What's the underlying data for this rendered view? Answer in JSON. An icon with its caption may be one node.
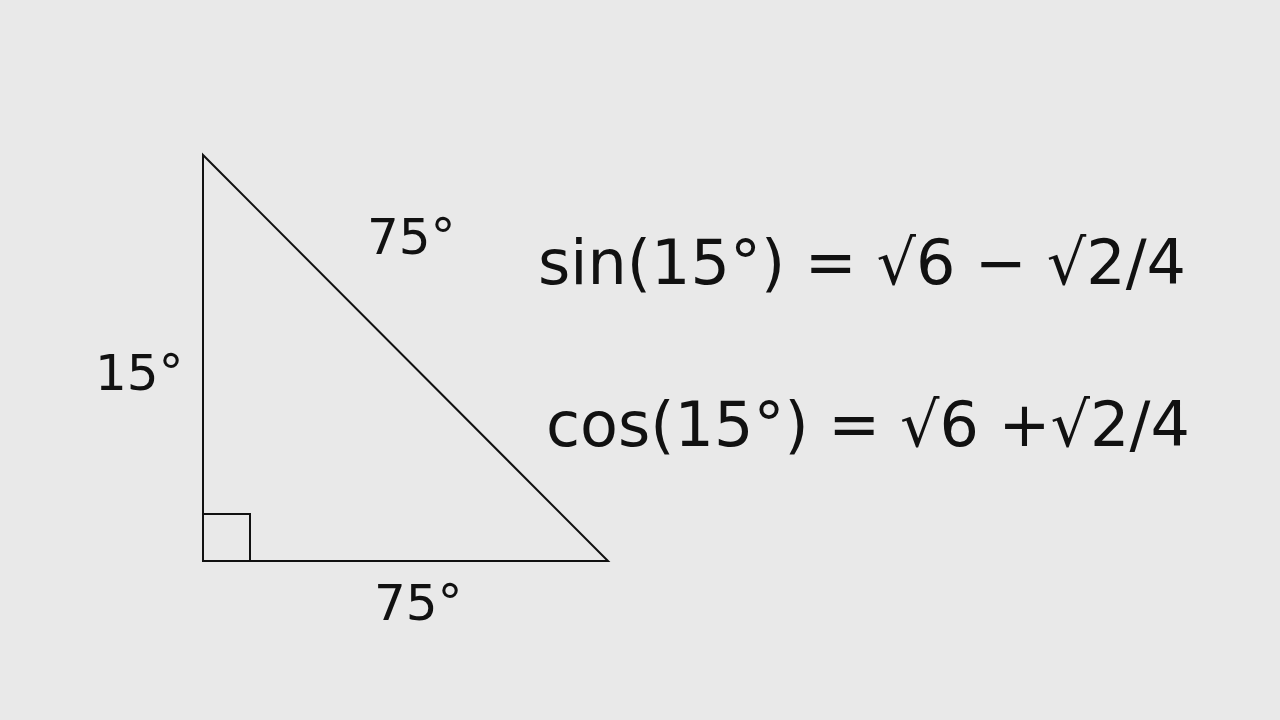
{
  "diagram": {
    "labels": [
      "75°",
      "sin(15°) = √6 − √2/4",
      "15°",
      "cos(15°) = √6 +√2/4",
      "75°"
    ]
  }
}
